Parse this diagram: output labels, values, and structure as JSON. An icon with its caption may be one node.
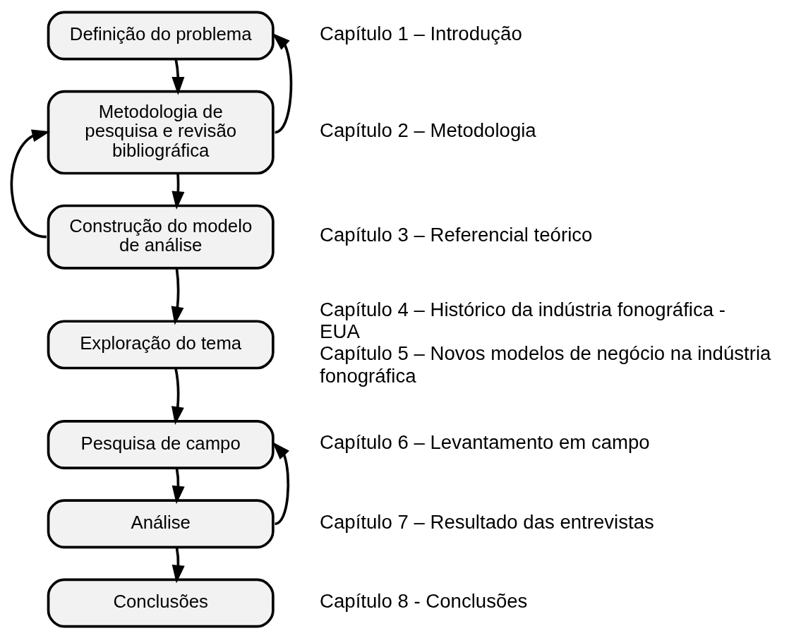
{
  "diagram": {
    "nodes": [
      {
        "text": [
          "Definição do problema"
        ],
        "beside": [
          "Capítulo 1 – Introdução"
        ]
      },
      {
        "text": [
          "Metodologia de pesquisa e revisão bibliográfica"
        ],
        "beside": [
          "Capítulo 2 – Metodologia"
        ]
      },
      {
        "text": [
          "Construção do modelo de análise"
        ],
        "beside": [
          "Capítulo 3 – Referencial teórico"
        ]
      },
      {
        "text": [
          "Exploração do tema"
        ],
        "beside": [
          "Capítulo 4 – Histórico da indústria fonográfica - EUA",
          "Capítulo 5 – Novos modelos de negócio na indústria fonográfica"
        ]
      },
      {
        "text": [
          "Pesquisa de campo"
        ],
        "beside": [
          "Capítulo 6 – Levantamento em campo"
        ]
      },
      {
        "text": [
          "Análise"
        ],
        "beside": [
          "Capítulo 7 – Resultado das entrevistas"
        ]
      },
      {
        "text": [
          "Conclusões"
        ],
        "beside": [
          "Capítulo 8 - Conclusões"
        ]
      }
    ],
    "edges": [
      {
        "from": 0,
        "to": 1,
        "arrow": "to"
      },
      {
        "from": 1,
        "to": 0,
        "arrow": "to"
      },
      {
        "from": 1,
        "to": 2,
        "arrow": "to"
      },
      {
        "from": 2,
        "to": 1,
        "arrow": "to"
      },
      {
        "from": 2,
        "to": 3,
        "arrow": "to"
      },
      {
        "from": 3,
        "to": 4,
        "arrow": "to"
      },
      {
        "from": 4,
        "to": 5,
        "arrow": "to"
      },
      {
        "from": 5,
        "to": 4,
        "arrow": "to"
      },
      {
        "from": 5,
        "to": 6,
        "arrow": "to"
      }
    ]
  }
}
